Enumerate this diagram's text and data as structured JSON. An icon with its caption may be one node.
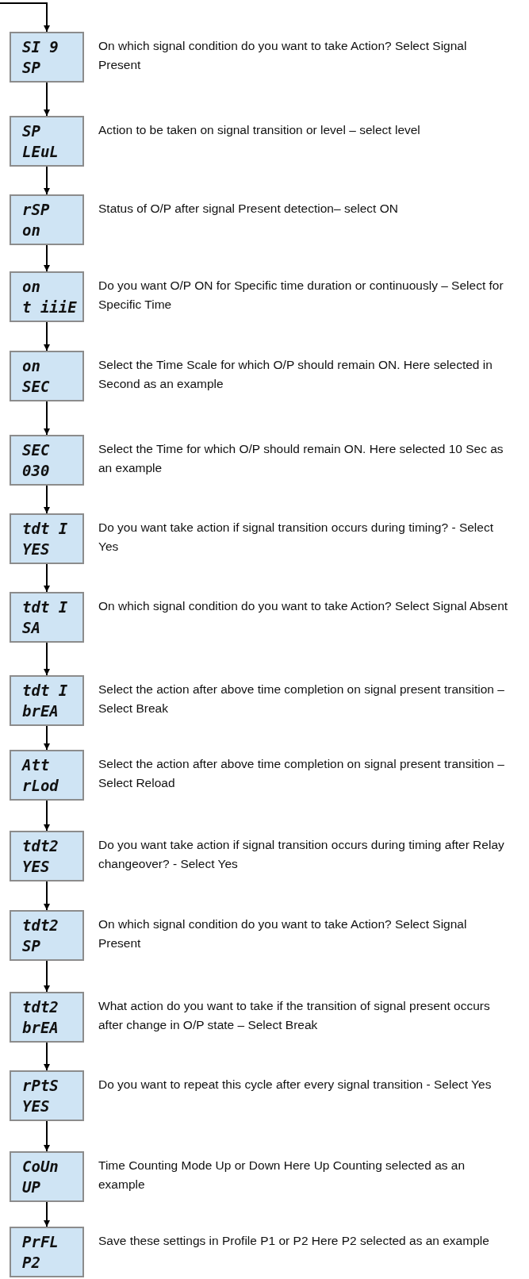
{
  "diagram": {
    "nodes": [
      {
        "text": [
          "SI 9",
          "SP"
        ],
        "beside": [
          "On which signal condition do you want to take Action? Select Signal Present"
        ]
      },
      {
        "text": [
          "SP",
          "LEuL"
        ],
        "beside": [
          "Action to be taken on signal transition or level – select level"
        ]
      },
      {
        "text": [
          "rSP",
          "on"
        ],
        "beside": [
          "Status of O/P after signal Present detection– select ON"
        ]
      },
      {
        "text": [
          "on",
          "t iiiE"
        ],
        "beside": [
          "Do you want O/P ON for Specific time duration or continuously – Select for Specific Time"
        ]
      },
      {
        "text": [
          "on",
          "SEC"
        ],
        "beside": [
          "Select the Time Scale for which O/P should remain ON. Here selected in Second as an example"
        ]
      },
      {
        "text": [
          "SEC",
          "030"
        ],
        "beside": [
          "Select the Time for which O/P should remain ON. Here selected 10 Sec  as an example"
        ]
      },
      {
        "text": [
          "tdt I",
          "YES"
        ],
        "beside": [
          "Do you want take action if signal transition occurs during timing? - Select Yes"
        ]
      },
      {
        "text": [
          "tdt I",
          "SA"
        ],
        "beside": [
          "On which signal condition do you want to take Action? Select Signal Absent"
        ]
      },
      {
        "text": [
          "tdt I",
          "brEA"
        ],
        "beside": [
          "Select the action after above time completion on signal present transition – Select Break"
        ]
      },
      {
        "text": [
          "Att",
          "rLod"
        ],
        "beside": [
          "Select the action after above time completion on signal present transition – Select Reload"
        ]
      },
      {
        "text": [
          "tdt2",
          "YES"
        ],
        "beside": [
          "Do you want take action if signal transition occurs during timing after Relay changeover? - Select Yes"
        ]
      },
      {
        "text": [
          "tdt2",
          "SP"
        ],
        "beside": [
          "On which signal condition do you want to take Action? Select Signal Present"
        ]
      },
      {
        "text": [
          "tdt2",
          "brEA"
        ],
        "beside": [
          "What action do you want to take if the transition of signal present occurs after change in O/P state – Select Break"
        ]
      },
      {
        "text": [
          "rPtS",
          "YES"
        ],
        "beside": [
          "Do you want to repeat this cycle after every signal transition - Select Yes"
        ]
      },
      {
        "text": [
          "CoUn",
          "UP"
        ],
        "beside": [
          "Time Counting Mode Up or Down Here Up Counting selected as an example"
        ]
      },
      {
        "text": [
          "PrFL",
          "P2"
        ],
        "beside": [
          "Save these settings in Profile P1 or P2 Here P2 selected as an example"
        ]
      }
    ],
    "edges": [
      {
        "from": null,
        "to": 0,
        "arrow": "to"
      },
      {
        "from": 0,
        "to": 1,
        "arrow": "to"
      },
      {
        "from": 1,
        "to": 2,
        "arrow": "to"
      },
      {
        "from": 2,
        "to": 3,
        "arrow": "to"
      },
      {
        "from": 3,
        "to": 4,
        "arrow": "to"
      },
      {
        "from": 4,
        "to": 5,
        "arrow": "to"
      },
      {
        "from": 5,
        "to": 6,
        "arrow": "to"
      },
      {
        "from": 6,
        "to": 7,
        "arrow": "to"
      },
      {
        "from": 7,
        "to": 8,
        "arrow": "to"
      },
      {
        "from": 8,
        "to": 9,
        "arrow": "to"
      },
      {
        "from": 9,
        "to": 10,
        "arrow": "to"
      },
      {
        "from": 10,
        "to": 11,
        "arrow": "to"
      },
      {
        "from": 11,
        "to": 12,
        "arrow": "to"
      },
      {
        "from": 12,
        "to": 13,
        "arrow": "to"
      },
      {
        "from": 13,
        "to": 14,
        "arrow": "to"
      },
      {
        "from": 14,
        "to": 15,
        "arrow": "to"
      }
    ]
  }
}
